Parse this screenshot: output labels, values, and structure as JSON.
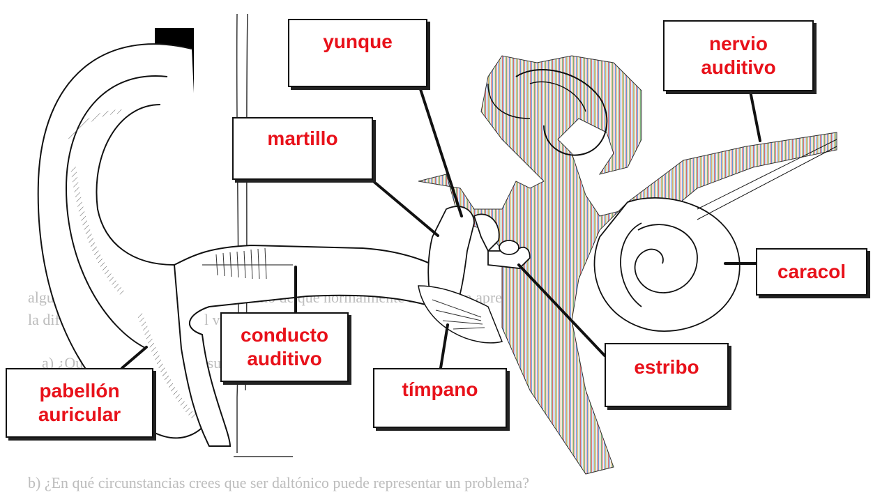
{
  "labels": {
    "yunque": "yunque",
    "nervio": "nervio\nauditivo",
    "martillo": "martillo",
    "caracol": "caracol",
    "conducto": "conducto\nauditivo",
    "estribo": "estribo",
    "timpano": "tímpano",
    "pabellon": "pabellón\nauricular"
  },
  "background_text": {
    "line1": "algunas personas son daltónicas... hecho de que normalmente no puedan apreciar",
    "line2": "la diferencia entre el rojo y el verde",
    "line3": "a) ¿Qué pasaría si ... sobre su problema?",
    "line4": "b) ¿En qué circunstancias crees que ser daltónico puede representar un problema?"
  },
  "colors": {
    "label_text": "#e8111a",
    "line": "#111111"
  }
}
